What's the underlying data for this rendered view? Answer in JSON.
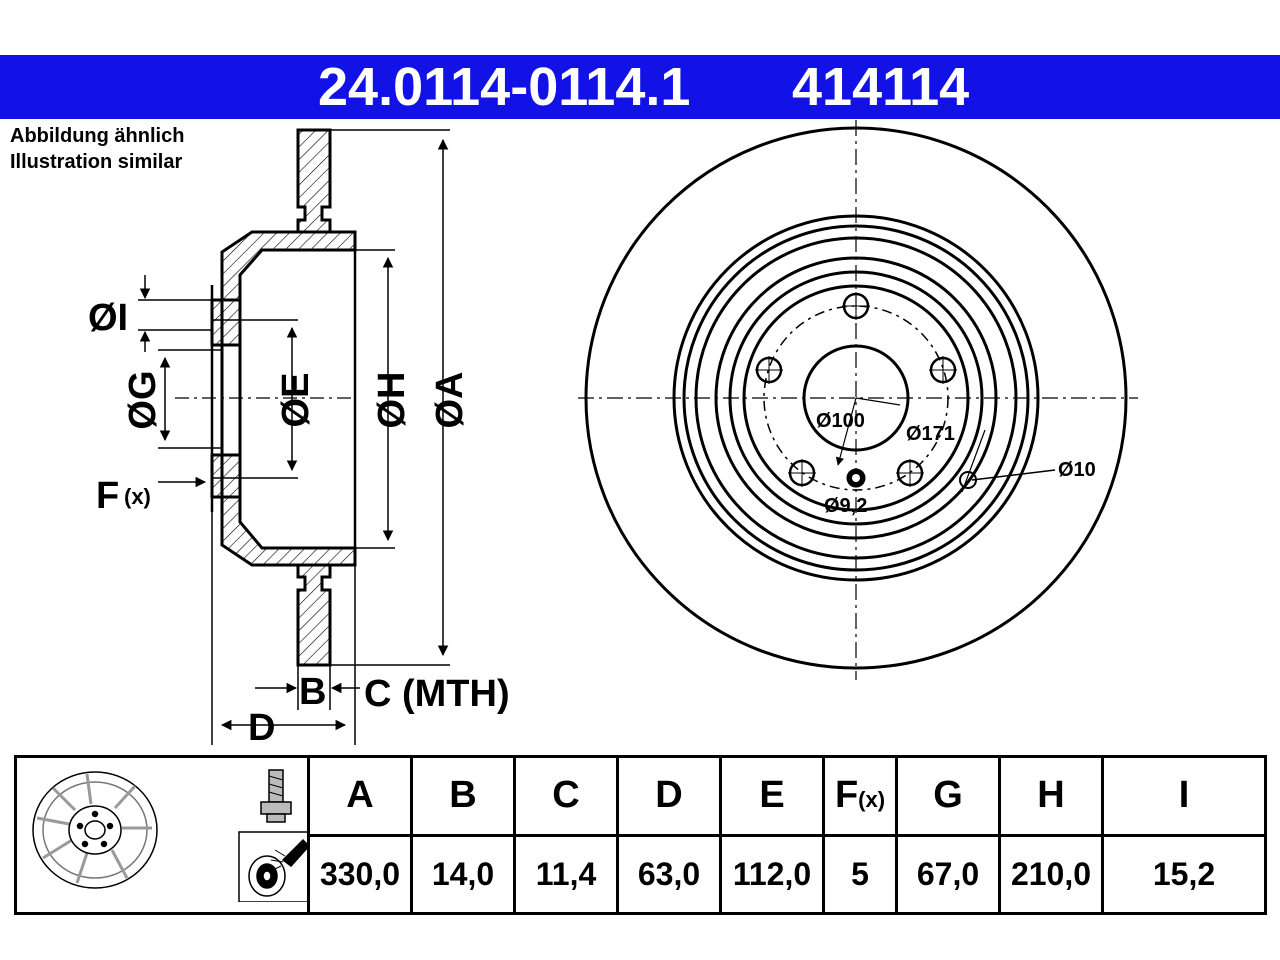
{
  "header": {
    "part_number": "24.0114-0114.1",
    "ref_number": "414114",
    "bg_color": "#1212e6"
  },
  "note": {
    "line1": "Abbildung ähnlich",
    "line2": "Illustration similar"
  },
  "side_view": {
    "labels": {
      "i": "ØI",
      "g": "ØG",
      "e": "ØE",
      "h": "ØH",
      "a": "ØA",
      "f": "F",
      "f_sub": "(x)",
      "b": "B",
      "c": "C (MTH)",
      "d": "D"
    }
  },
  "front_view": {
    "labels": {
      "d100": "Ø100",
      "d171": "Ø171",
      "d10": "Ø10",
      "d92": "Ø9,2"
    }
  },
  "table": {
    "headers": [
      "A",
      "B",
      "C",
      "D",
      "E",
      "F",
      "G",
      "H",
      "I"
    ],
    "f_sub": "(x)",
    "values": [
      "330,0",
      "14,0",
      "11,4",
      "63,0",
      "112,0",
      "5",
      "67,0",
      "210,0",
      "15,2"
    ],
    "icons": [
      "brake-disc-icon",
      "bolt-icon",
      "cleaning-spray-icon"
    ]
  }
}
